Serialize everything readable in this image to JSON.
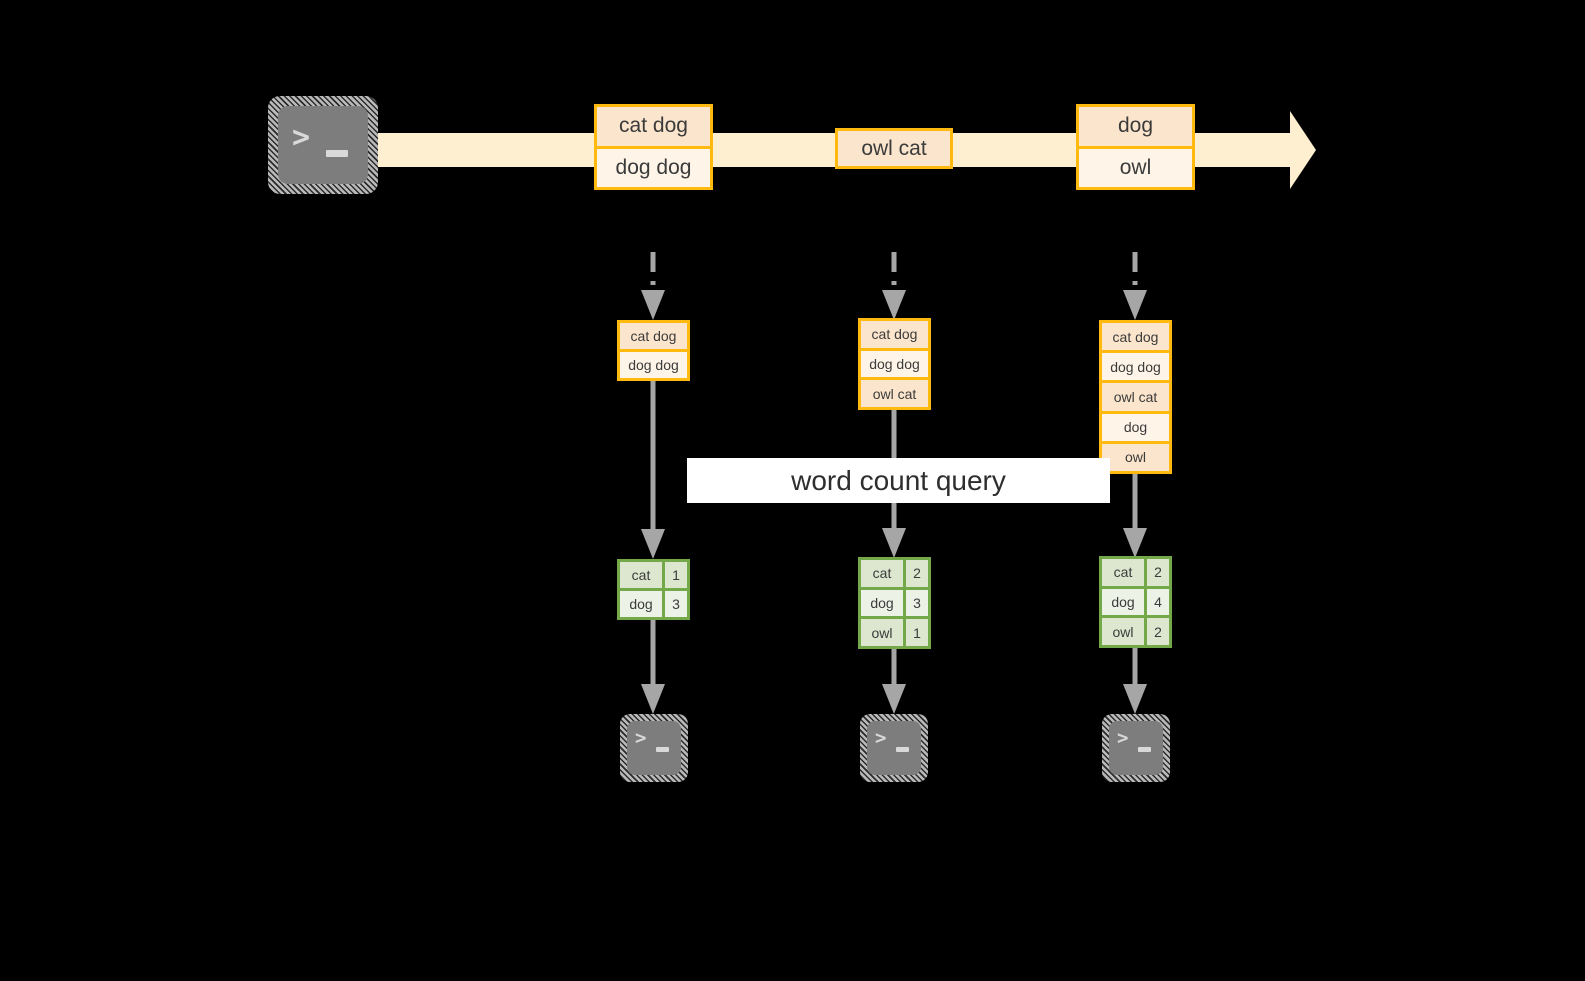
{
  "diagram": {
    "title": "word count query over a record stream",
    "colors": {
      "background": "#000000",
      "stream_fill": "#FEEFD0",
      "record_border": "#FFB90F",
      "record_fill_dark": "#FBE5CC",
      "record_fill_light": "#FEF4E8",
      "table_border": "#74A94A",
      "table_fill_dark": "#DDE7D0",
      "table_fill_light": "#EDF2E7",
      "connector": "#A6A6A6",
      "terminal_fill": "#7D7D7D",
      "banner_fill": "#FFFFFF"
    },
    "stream": {
      "icon": "terminal-icon",
      "arrow": "stream-arrow-right",
      "records": [
        {
          "lines": [
            "cat dog",
            "dog dog"
          ]
        },
        {
          "lines": [
            "owl cat"
          ]
        },
        {
          "lines": [
            "dog",
            "owl"
          ]
        }
      ]
    },
    "query_label": "word count query",
    "snapshots": [
      {
        "input_lines": [
          "cat dog",
          "dog dog"
        ],
        "result_header_omitted": true,
        "result": [
          {
            "word": "cat",
            "count": "1"
          },
          {
            "word": "dog",
            "count": "3"
          }
        ],
        "sink_icon": "terminal-icon"
      },
      {
        "input_lines": [
          "cat dog",
          "dog dog",
          "owl cat"
        ],
        "result": [
          {
            "word": "cat",
            "count": "2"
          },
          {
            "word": "dog",
            "count": "3"
          },
          {
            "word": "owl",
            "count": "1"
          }
        ],
        "sink_icon": "terminal-icon"
      },
      {
        "input_lines": [
          "cat dog",
          "dog dog",
          "owl cat",
          "dog",
          "owl"
        ],
        "result": [
          {
            "word": "cat",
            "count": "2"
          },
          {
            "word": "dog",
            "count": "4"
          },
          {
            "word": "owl",
            "count": "2"
          }
        ],
        "sink_icon": "terminal-icon"
      }
    ]
  }
}
